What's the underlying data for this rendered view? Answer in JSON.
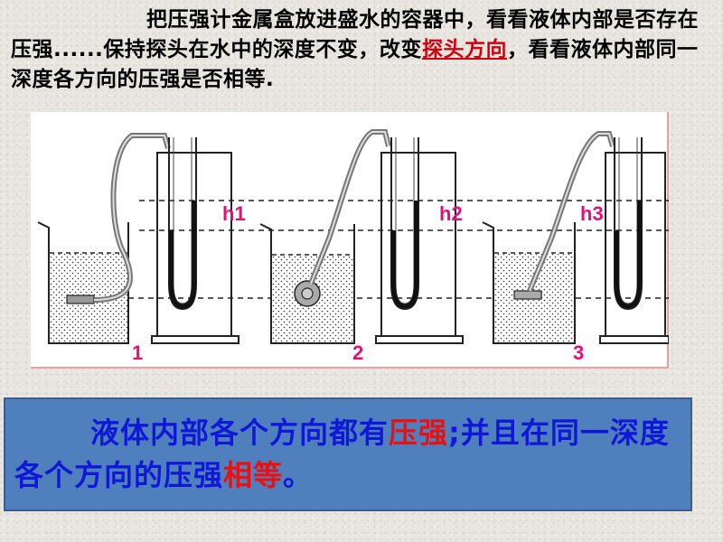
{
  "text": {
    "part1": "把压强计金属盒放进盛水的容器中，看看液体内部是否存在压强......保持探头在水中的深度不变，改变",
    "highlight": "探头方向",
    "part2": "，看看液体内部同一深度各方向的压强是否相等."
  },
  "figure": {
    "labels": [
      "h1",
      "h2",
      "h3"
    ],
    "numbers": [
      "1",
      "2",
      "3"
    ]
  },
  "conclusion": {
    "part1": "液体内部各个方向都有",
    "red1": "压强",
    "part2": ";并且在同一深度各个方向的压强",
    "red2": "相等",
    "part3": "。"
  },
  "colors": {
    "accent_red": "#d00010",
    "label_pink": "#e0107a",
    "box_blue": "#4f80bd",
    "box_text": "#1018d8"
  }
}
